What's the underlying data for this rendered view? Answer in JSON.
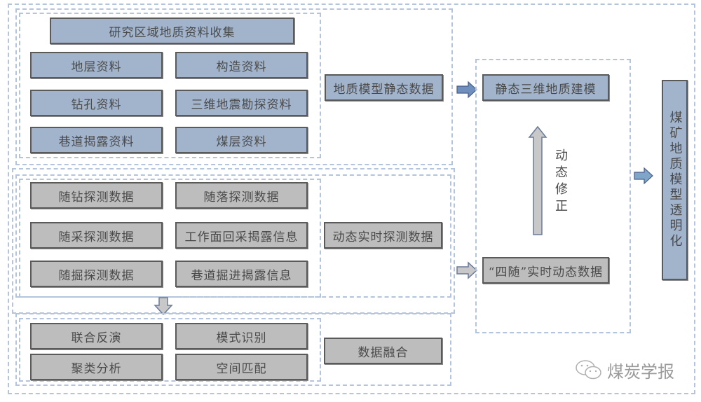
{
  "title": "煤矿地质模型透明化技术路线",
  "static_section": {
    "header": "研究区域地质资料收集",
    "items": [
      "地层资料",
      "构造资料",
      "钻孔资料",
      "三维地震勘探资料",
      "巷道揭露资料",
      "煤层资料"
    ],
    "summary": "地质模型静态数据"
  },
  "dynamic_section": {
    "items": [
      "随钻探测数据",
      "随落探测数据",
      "随采探测数据",
      "工作面回采揭露信息",
      "随掘探测数据",
      "巷道掘进揭露信息"
    ],
    "summary": "动态实时探测数据"
  },
  "fusion_section": {
    "items": [
      "联合反演",
      "模式识别",
      "聚类分析",
      "空间匹配"
    ],
    "summary": "数据融合"
  },
  "modeling": {
    "static_model": "静态三维地质建模",
    "correction_label": "动态修正",
    "realtime_data": "“四随”实时动态数据"
  },
  "result": "煤矿地质模型透明化",
  "watermark": "煤炭学报",
  "colors": {
    "blue_box": "#a2b4cc",
    "gray_box": "#bdbdbd",
    "dash": "#b4c4dc",
    "arrow_blue": "#6f8fbf",
    "arrow_light_blue": "#7fa6c8",
    "arrow_gray": "#c8c8c8"
  }
}
